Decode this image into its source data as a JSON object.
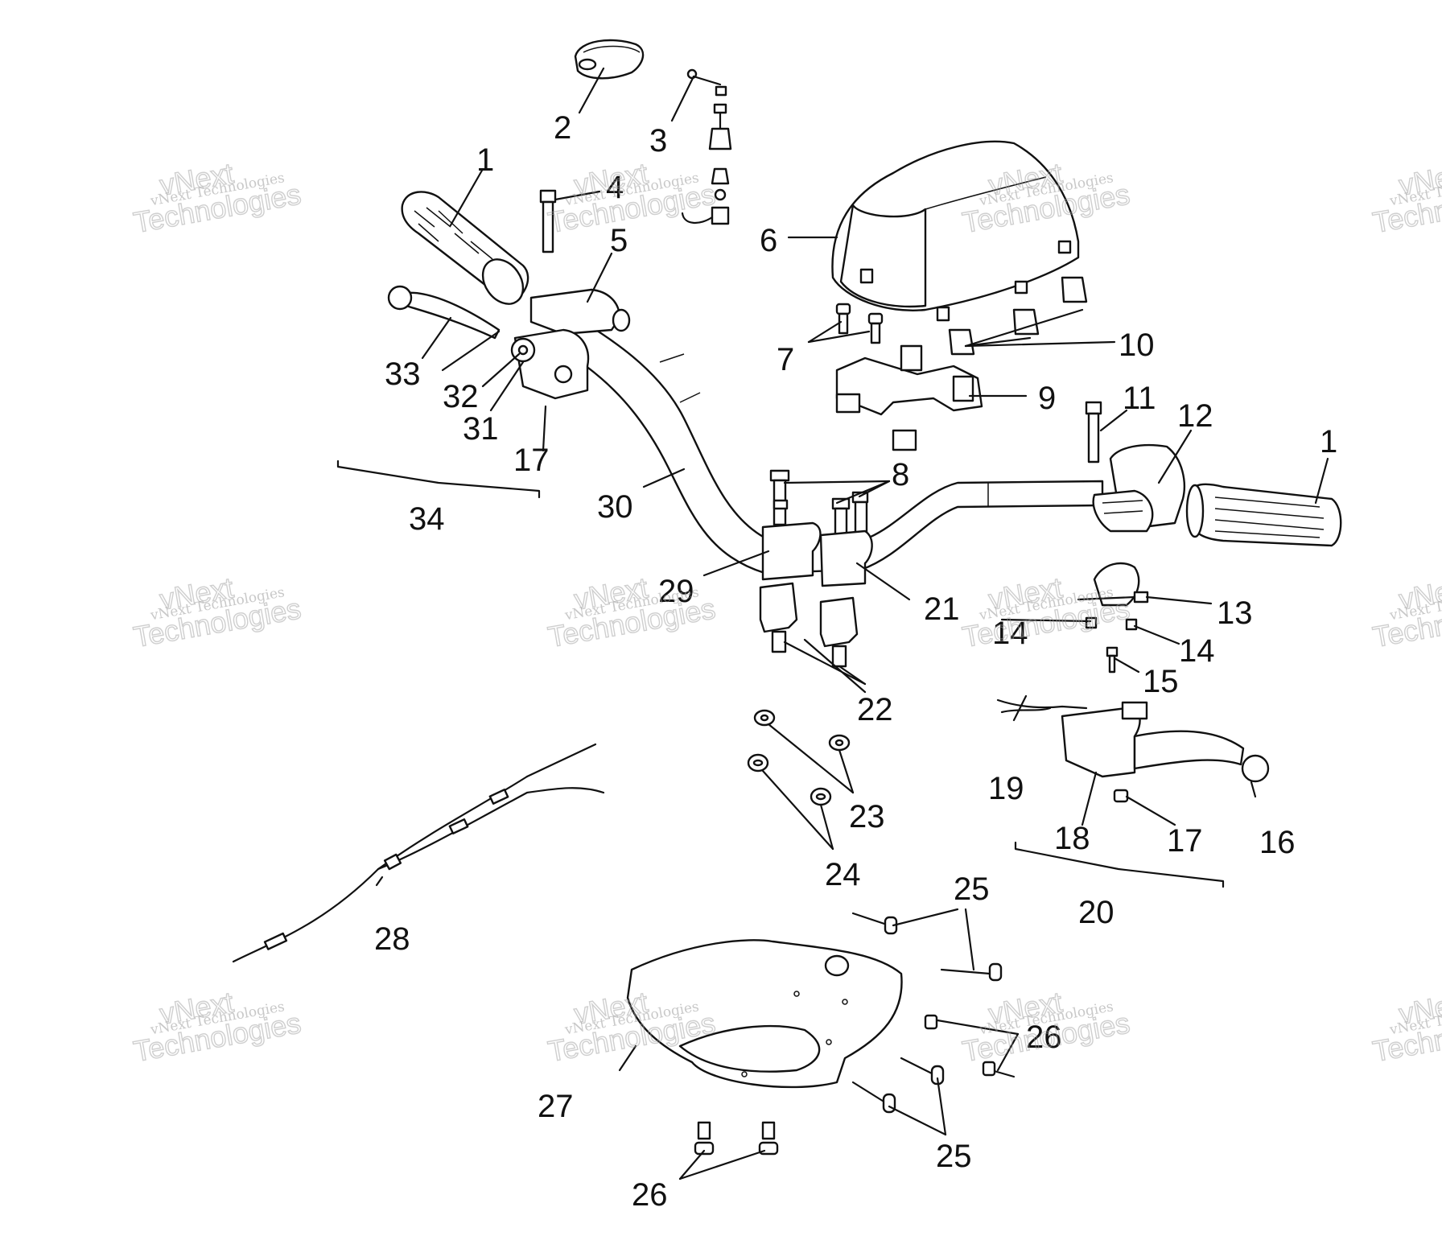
{
  "callouts": {
    "c1": "1",
    "c2": "2",
    "c3": "3",
    "c4": "4",
    "c5": "5",
    "c6": "6",
    "c7": "7",
    "c8": "8",
    "c9": "9",
    "c10": "10",
    "c11": "11",
    "c12": "12",
    "c13": "13",
    "c14": "14",
    "c15": "15",
    "c16": "16",
    "c17": "17",
    "c18": "18",
    "c19": "19",
    "c20": "20",
    "c21": "21",
    "c22": "22",
    "c23": "23",
    "c24": "24",
    "c25": "25",
    "c26": "26",
    "c27": "27",
    "c28": "28",
    "c29": "29",
    "c30": "30",
    "c31": "31",
    "c32": "32",
    "c33": "33",
    "c34": "34"
  },
  "watermark": {
    "line1": "vNext",
    "line2": "vNext Technologies",
    "line3": "Technologies"
  },
  "colors": {
    "ink": "#111111",
    "paper": "#ffffff",
    "watermark": "#9a9a9a"
  }
}
